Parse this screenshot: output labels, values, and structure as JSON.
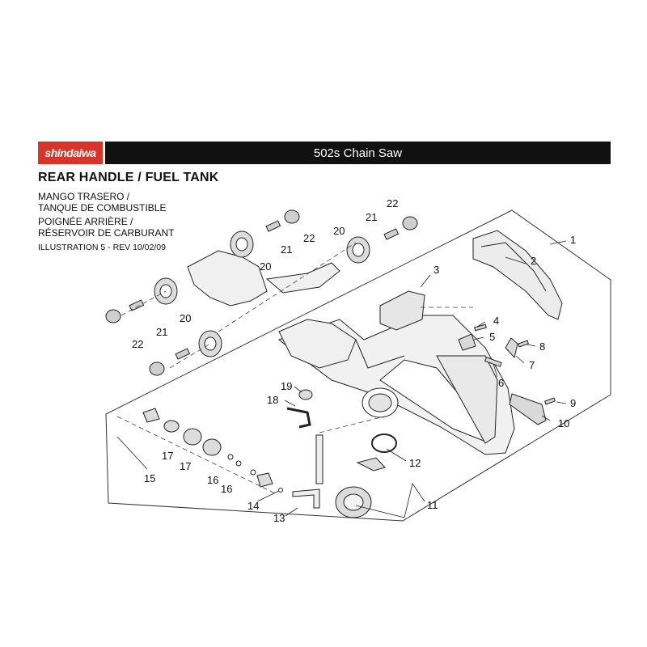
{
  "brand": {
    "logo_text": "shindaiwa"
  },
  "header": {
    "product_title": "502s Chain Saw"
  },
  "section": {
    "title": "REAR HANDLE / FUEL TANK",
    "subtitles": [
      "MANGO TRASERO /",
      "TANQUE DE COMBUSTIBLE",
      "POIGNÉE ARRIÈRE /",
      "RÉSERVOIR DE CARBURANT"
    ],
    "illustration": "ILLUSTRATION 5 - REV 10/02/09"
  },
  "callouts": {
    "c1": "1",
    "c2": "2",
    "c3": "3",
    "c4": "4",
    "c5": "5",
    "c6": "6",
    "c7": "7",
    "c8": "8",
    "c9": "9",
    "c10": "10",
    "c11": "11",
    "c12": "12",
    "c13": "13",
    "c14": "14",
    "c15": "15",
    "c16a": "16",
    "c16b": "16",
    "c17a": "17",
    "c17b": "17",
    "c18": "18",
    "c19": "19",
    "c20a": "20",
    "c20b": "20",
    "c20c": "20",
    "c21a": "21",
    "c21b": "21",
    "c21c": "21",
    "c22a": "22",
    "c22b": "22",
    "c22c": "22"
  }
}
